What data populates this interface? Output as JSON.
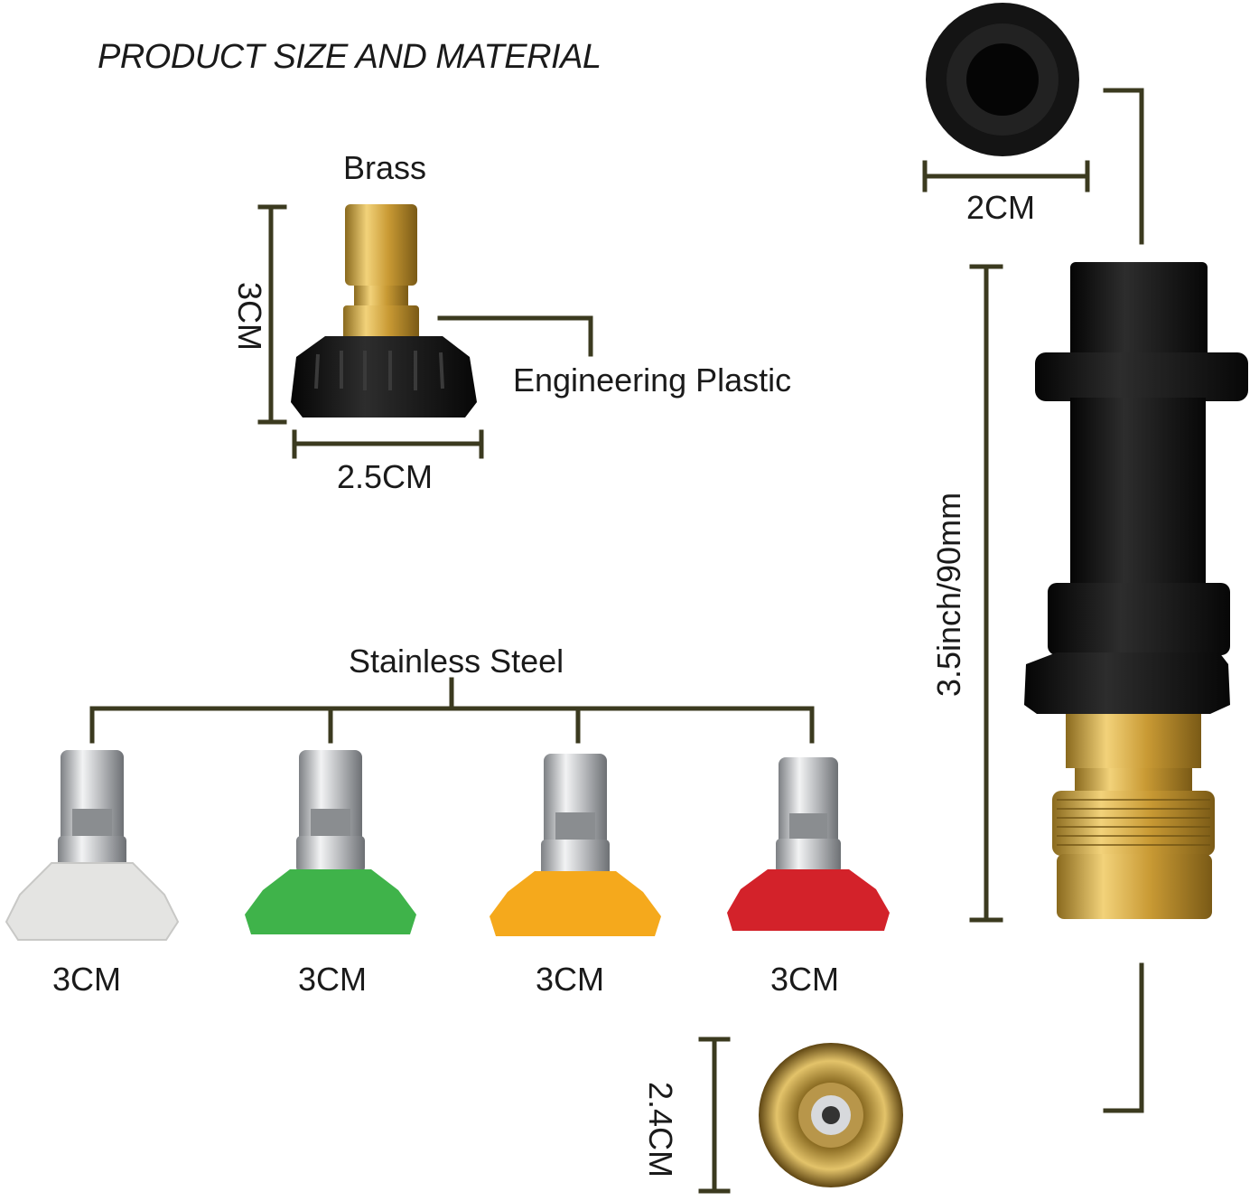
{
  "title": "PRODUCT SIZE AND MATERIAL",
  "labels": {
    "brass": "Brass",
    "engineering_plastic": "Engineering Plastic",
    "stainless_steel": "Stainless Steel"
  },
  "dimensions": {
    "small_nozzle_height": "3CM",
    "small_nozzle_width": "2.5CM",
    "tips": [
      "3CM",
      "3CM",
      "3CM",
      "3CM"
    ],
    "adapter_end_width": "2CM",
    "adapter_length": "3.5inch/90mm",
    "coupler_diameter": "2.4CM"
  },
  "tip_colors": [
    "#e4e4e2",
    "#3fb34a",
    "#f5a91c",
    "#d3222a"
  ],
  "colors": {
    "dimension_line": "#3b3a1f",
    "brass": "#d4a93b",
    "plastic": "#161616",
    "steel": "#c2c4c7"
  }
}
